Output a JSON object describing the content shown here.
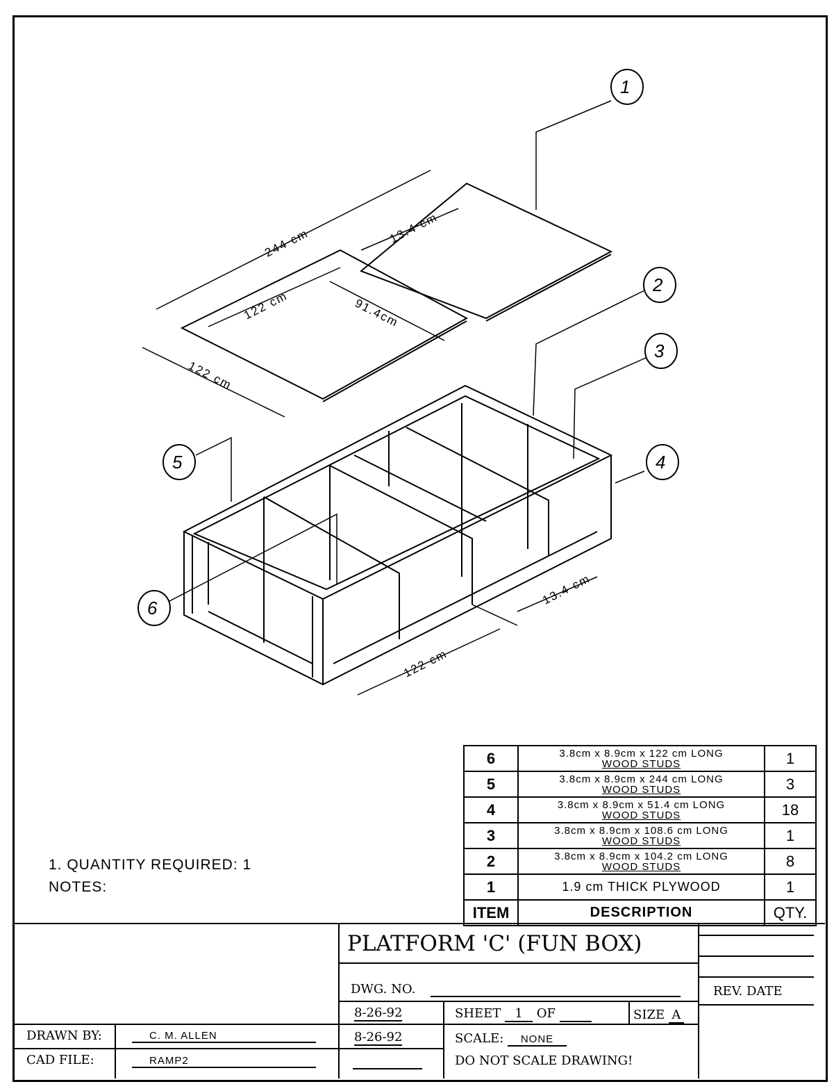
{
  "drawing": {
    "callouts": [
      "1",
      "2",
      "3",
      "4",
      "5",
      "6"
    ],
    "dimensions": {
      "sheet_length": "244 cm",
      "sheet_offset": "13.4 cm",
      "sheet_half": "122 cm",
      "sheet_cut": "91.4cm",
      "sheet_width": "122 cm",
      "frame_offset": "13.4 cm",
      "frame_width": "122 cm"
    }
  },
  "bom": {
    "rows": [
      {
        "item": "6",
        "desc1": "3.8cm x 8.9cm x 122 cm LONG",
        "desc2": "WOOD STUDS",
        "qty": "1"
      },
      {
        "item": "5",
        "desc1": "3.8cm x 8.9cm x 244 cm LONG",
        "desc2": "WOOD STUDS",
        "qty": "3"
      },
      {
        "item": "4",
        "desc1": "3.8cm x 8.9cm x 51.4 cm LONG",
        "desc2": "WOOD STUDS",
        "qty": "18"
      },
      {
        "item": "3",
        "desc1": "3.8cm x 8.9cm x 108.6 cm LONG",
        "desc2": "WOOD STUDS",
        "qty": "1"
      },
      {
        "item": "2",
        "desc1": "3.8cm x 8.9cm x 104.2 cm LONG",
        "desc2": "WOOD STUDS",
        "qty": "8"
      },
      {
        "item": "1",
        "desc1": "1.9 cm THICK PLYWOOD",
        "desc2": "",
        "qty": "1"
      }
    ],
    "headers": {
      "item": "ITEM",
      "desc": "DESCRIPTION",
      "qty": "QTY."
    }
  },
  "notes": {
    "line1": "1. QUANTITY REQUIRED: 1",
    "label": "NOTES:"
  },
  "title_block": {
    "title": "PLATFORM 'C' (FUN BOX)",
    "dwg_no_label": "DWG. NO.",
    "rev_date_label": "REV. DATE",
    "date1": "8-26-92",
    "date2": "8-26-92",
    "sheet_label": "SHEET",
    "sheet_num": "1",
    "of_label": "OF",
    "size_label": "SIZE",
    "size": "A",
    "drawn_by_label": "DRAWN BY:",
    "drawn_by": "C. M. ALLEN",
    "cad_file_label": "CAD FILE:",
    "cad_file": "RAMP2",
    "scale_label": "SCALE:",
    "scale": "NONE",
    "warning": "DO NOT SCALE DRAWING!"
  }
}
